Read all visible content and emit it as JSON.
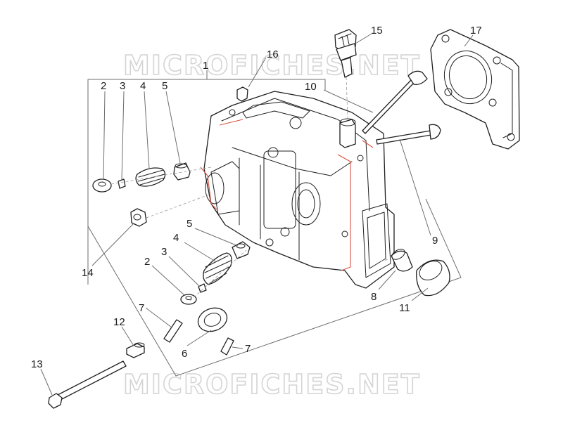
{
  "watermarks": [
    "MICROFICHES.NET",
    "MICROFICHES.NET"
  ],
  "callouts": {
    "c1": "1",
    "c2a": "2",
    "c3a": "3",
    "c4a": "4",
    "c5a": "5",
    "c5b": "5",
    "c4b": "4",
    "c3b": "3",
    "c2b": "2",
    "c7a": "7",
    "c7b": "7",
    "c6": "6",
    "c8": "8",
    "c9": "9",
    "c10": "10",
    "c11": "11",
    "c12": "12",
    "c13": "13",
    "c14": "14",
    "c15": "15",
    "c16": "16",
    "c17": "17"
  },
  "colors": {
    "line": "#1f1f1f",
    "accent": "#d9533f",
    "watermark": "#d4d4d4"
  }
}
